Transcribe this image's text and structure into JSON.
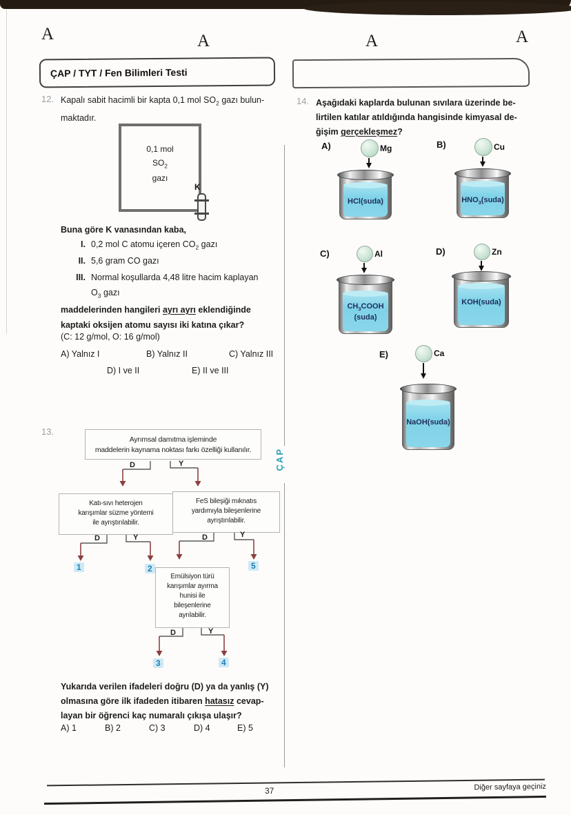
{
  "page": {
    "corner_marks": [
      "A",
      "A",
      "A",
      "A"
    ],
    "header": {
      "left_title": "ÇAP / TYT / Fen Bilimleri Testi"
    },
    "divider_logo": "ÇAP",
    "footer": {
      "page_number": "37",
      "next_hint": "Diğer sayfaya geçiniz"
    }
  },
  "q12": {
    "number": "12.",
    "intro": {
      "p1": "Kapalı sabit hacimli bir kapta 0,1 mol SO",
      "sub": "2",
      "p2": " gazı bulun-",
      "line2": "maktadır."
    },
    "diagram": {
      "line1": "0,1 mol",
      "formula": "SO",
      "formula_sub": "2",
      "line3": "gazı",
      "valve_label": "K"
    },
    "lead": "Buna göre K vanasından kaba,",
    "items": [
      {
        "roman": "I.",
        "p1": "0,2 mol C atomu içeren CO",
        "sub": "2",
        "p2": " gazı"
      },
      {
        "roman": "II.",
        "p1": "5,6 gram CO gazı",
        "sub": "",
        "p2": ""
      },
      {
        "roman": "III.",
        "p1": "Normal koşullarda 4,48 litre hacim kaplayan",
        "sub": "",
        "p2": ""
      }
    ],
    "item3_line2": {
      "p1": "O",
      "sub": "3",
      "p2": " gazı"
    },
    "stem": {
      "l1p1": "maddelerinden hangileri ",
      "l1u": "ayrı ayrı",
      "l1p2": " eklendiğinde",
      "l2": "kaptaki oksijen atomu sayısı iki katına çıkar?"
    },
    "molar": "(C: 12 g/mol, O: 16 g/mol)",
    "options_row1": [
      "A) Yalnız I",
      "B) Yalnız II",
      "C) Yalnız III"
    ],
    "options_row2": [
      "D) I ve II",
      "E) II ve III"
    ]
  },
  "q13": {
    "number": "13.",
    "boxes": {
      "top": [
        "Ayrımsal damıtma işleminde",
        "maddelerin kaynama noktası farkı özelliği kullanılır."
      ],
      "left": [
        "Katı-sıvı heterojen",
        "karışımlar süzme yöntemi",
        "ile ayrıştırılabilir."
      ],
      "right": [
        "FeS bileşiği mıknatıs",
        "yardımıyla bileşenlerine",
        "ayrıştırılabilir."
      ],
      "middle": [
        "Emülsiyon türü",
        "karışımlar ayırma",
        "hunisi ile",
        "bileşenlerine",
        "ayrılabilir."
      ]
    },
    "labels": {
      "d": "D",
      "y": "Y"
    },
    "exits": [
      "1",
      "2",
      "3",
      "4",
      "5"
    ],
    "question": {
      "l1": "Yukarıda verilen ifadeleri doğru (D) ya da yanlış (Y)",
      "l2p1": "olmasına göre ilk ifadeden itibaren ",
      "l2u": "hatasız",
      "l2p2": " cevap-",
      "l3": "layan bir öğrenci kaç numaralı çıkışa ulaşır?"
    },
    "options": [
      "A) 1",
      "B) 2",
      "C) 3",
      "D) 4",
      "E) 5"
    ]
  },
  "q14": {
    "number": "14.",
    "stem": {
      "l1": "Aşağıdaki kaplarda bulunan sıvılara üzerinde be-",
      "l2": "lirtilen katılar atıldığında hangisinde kimyasal de-",
      "l3p1": "ğişim ",
      "l3u": "gerçekleşmez",
      "l3p2": "?"
    },
    "options": [
      {
        "label": "A)",
        "solid": "Mg",
        "liquid_pre": "HCl(suda)",
        "liquid_sub": "",
        "liquid_post": "",
        "liquid_line2": ""
      },
      {
        "label": "B)",
        "solid": "Cu",
        "liquid_pre": "HNO",
        "liquid_sub": "3",
        "liquid_post": "(suda)",
        "liquid_line2": ""
      },
      {
        "label": "C)",
        "solid": "Al",
        "liquid_pre": "CH",
        "liquid_sub": "3",
        "liquid_post": "COOH",
        "liquid_line2": "(suda)"
      },
      {
        "label": "D)",
        "solid": "Zn",
        "liquid_pre": "KOH(suda)",
        "liquid_sub": "",
        "liquid_post": "",
        "liquid_line2": ""
      },
      {
        "label": "E)",
        "solid": "Ca",
        "liquid_pre": "NaOH(suda)",
        "liquid_sub": "",
        "liquid_post": "",
        "liquid_line2": ""
      }
    ]
  },
  "colors": {
    "liquid_blue": "#8ad6ea",
    "flow_arrow_maroon": "#8a4040",
    "exit_number_blue": "#1d7fb5",
    "exit_bg": "#cfe9f6",
    "logo_teal": "#2aa0ba"
  }
}
